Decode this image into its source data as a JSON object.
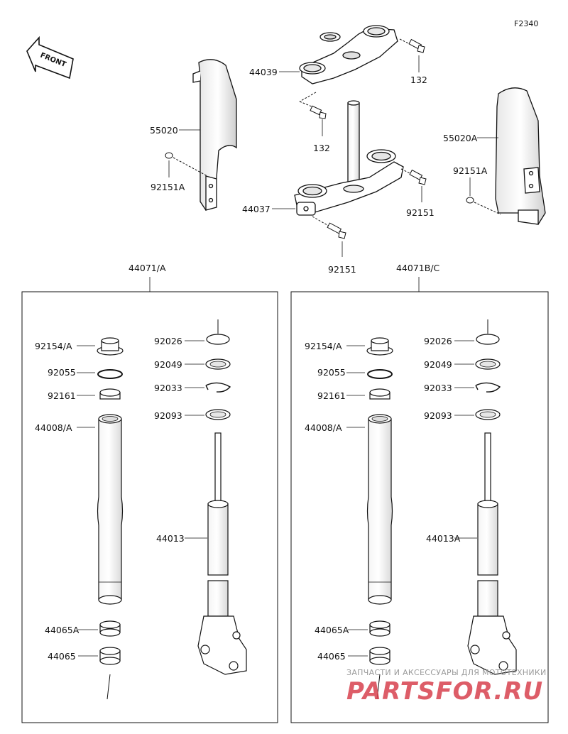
{
  "figure_code": "F2340",
  "front_label": "FRONT",
  "top_labels": {
    "upper_bracket": "44039",
    "bolt_top_right": "132",
    "bolt_top_center": "132",
    "fork_guard_left": "55020",
    "fork_guard_right": "55020A",
    "screw_left": "92151A",
    "screw_right": "92151A",
    "stem_bracket": "44037",
    "bolt_stem_right": "92151",
    "bolt_stem_bottom": "92151"
  },
  "left_assembly": {
    "title": "44071/A",
    "cap": "92154/A",
    "oring": "92055",
    "bush": "92161",
    "tube": "44008/A",
    "bush_lower_a": "44065A",
    "bush_lower": "44065",
    "seal_cover": "92026",
    "oil_seal": "92049",
    "circlip": "92033",
    "washer": "92093",
    "outer_tube": "44013"
  },
  "right_assembly": {
    "title": "44071B/C",
    "cap": "92154/A",
    "oring": "92055",
    "bush": "92161",
    "tube": "44008/A",
    "bush_lower_a": "44065A",
    "bush_lower": "44065",
    "seal_cover": "92026",
    "oil_seal": "92049",
    "circlip": "92033",
    "washer": "92093",
    "outer_tube": "44013A"
  },
  "watermark": {
    "line1": "ЗАПЧАСТИ И АКСЕССУАРЫ ДЛЯ МОТОТЕХНИКИ",
    "line2": "PARTSFOR.RU"
  }
}
